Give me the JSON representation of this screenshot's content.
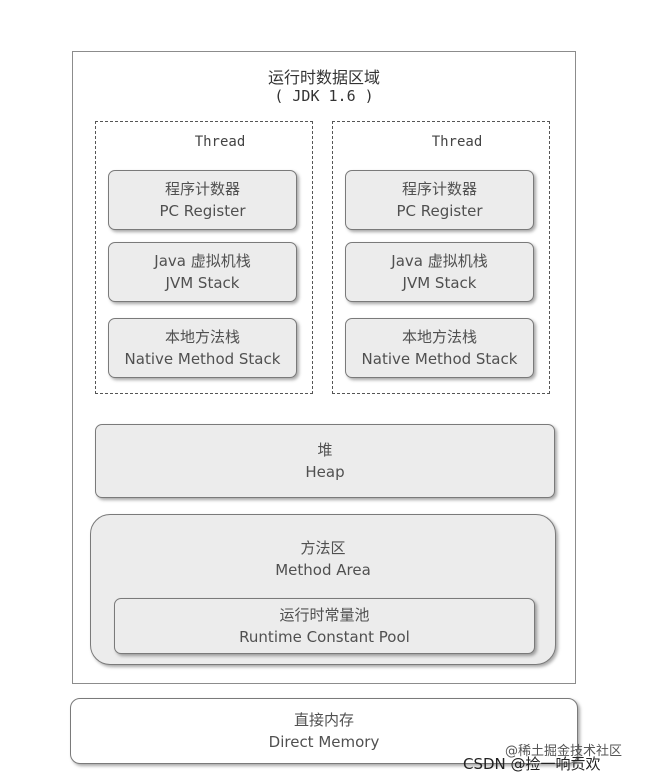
{
  "diagram": {
    "title": "运行时数据区域",
    "subtitle": "( JDK 1.6 )",
    "threads": [
      {
        "label": "Thread",
        "items": [
          {
            "zh": "程序计数器",
            "en": "PC Register"
          },
          {
            "zh": "Java 虚拟机栈",
            "en": "JVM Stack"
          },
          {
            "zh": "本地方法栈",
            "en": "Native Method Stack"
          }
        ]
      },
      {
        "label": "Thread",
        "items": [
          {
            "zh": "程序计数器",
            "en": "PC Register"
          },
          {
            "zh": "Java 虚拟机栈",
            "en": "JVM Stack"
          },
          {
            "zh": "本地方法栈",
            "en": "Native Method Stack"
          }
        ]
      }
    ],
    "heap": {
      "zh": "堆",
      "en": "Heap"
    },
    "method_area": {
      "zh": "方法区",
      "en": "Method Area",
      "pool": {
        "zh": "运行时常量池",
        "en": "Runtime Constant Pool"
      }
    },
    "direct_memory": {
      "zh": "直接内存",
      "en": "Direct Memory"
    }
  },
  "watermark": {
    "juejin": "@稀土掘金技术社区",
    "csdn": "CSDN @捡一响贡欢"
  }
}
